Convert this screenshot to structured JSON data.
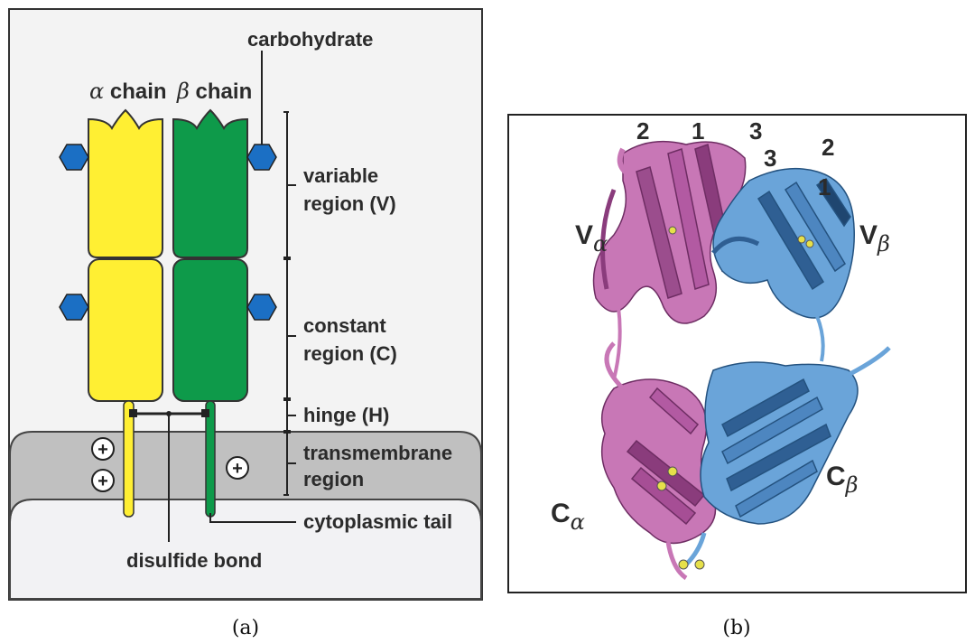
{
  "panel_a": {
    "caption": "(a)",
    "alpha_chain_label": {
      "greek": "α",
      "text": " chain"
    },
    "beta_chain_label": {
      "greek": "β",
      "text": " chain"
    },
    "carbohydrate_label": "carbohydrate",
    "variable_region_label": [
      "variable",
      "region (V)"
    ],
    "constant_region_label": [
      "constant",
      "region (C)"
    ],
    "hinge_label": "hinge (H)",
    "transmembrane_label": [
      "transmembrane",
      "region"
    ],
    "cytoplasmic_tail_label": "cytoplasmic tail",
    "disulfide_bond_label": "disulfide bond",
    "charge_symbol": "+",
    "colors": {
      "alpha_chain": "#ffef33",
      "beta_chain": "#0e9a4a",
      "carbohydrate": "#1b6fc4",
      "membrane": "#bfbfbf",
      "cytoplasm": "#f2f2f4",
      "panel_background": "#f3f3f3"
    }
  },
  "panel_b": {
    "caption": "(b)",
    "v_alpha_label": {
      "letter": "V",
      "greek": "α"
    },
    "v_beta_label": {
      "letter": "V",
      "greek": "β"
    },
    "c_alpha_label": {
      "letter": "C",
      "greek": "α"
    },
    "c_beta_label": {
      "letter": "C",
      "greek": "β"
    },
    "cdr_alpha_labels": [
      "2",
      "1",
      "3"
    ],
    "cdr_beta_labels": [
      "3",
      "2",
      "1"
    ],
    "colors": {
      "alpha_ribbon": "#c877b6",
      "alpha_ribbon_dark": "#8a3c7c",
      "beta_ribbon": "#6aa4d9",
      "beta_ribbon_dark": "#2f5f93",
      "disulfide": "#e6e04a"
    }
  }
}
